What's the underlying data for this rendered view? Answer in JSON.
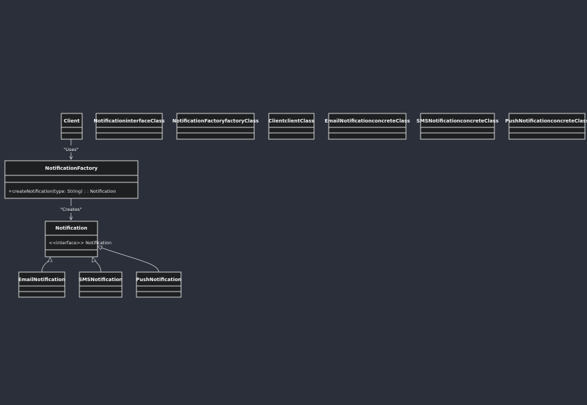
{
  "diagram": {
    "classes": {
      "client": {
        "name": "Client"
      },
      "notification_interface_class": {
        "name": "NotificationinterfaceClass"
      },
      "notification_factory_class": {
        "name": "NotificationFactoryfactoryClass"
      },
      "client_class": {
        "name": "ClientclientClass"
      },
      "email_concrete_class": {
        "name": "EmailNotificationconcreteClass"
      },
      "sms_concrete_class": {
        "name": "SMSNotificationconcreteClass"
      },
      "push_concrete_class": {
        "name": "PushNotificationconcreteClass"
      },
      "notification_factory": {
        "name": "NotificationFactory",
        "method": "+createNotification(type: String) : : Notification"
      },
      "notification": {
        "name": "Notification",
        "member": "<<interface>> Notification"
      },
      "email_notification": {
        "name": "EmailNotification"
      },
      "sms_notification": {
        "name": "SMSNotification"
      },
      "push_notification": {
        "name": "PushNotification"
      }
    },
    "relations": {
      "uses_label": "\"Uses\"",
      "creates_label": "\"Creates\""
    },
    "colors": {
      "background": "#2a2f3a",
      "box_fill": "#1e1f21",
      "stroke": "#d8d8d8",
      "text": "#f2f2f2"
    }
  }
}
